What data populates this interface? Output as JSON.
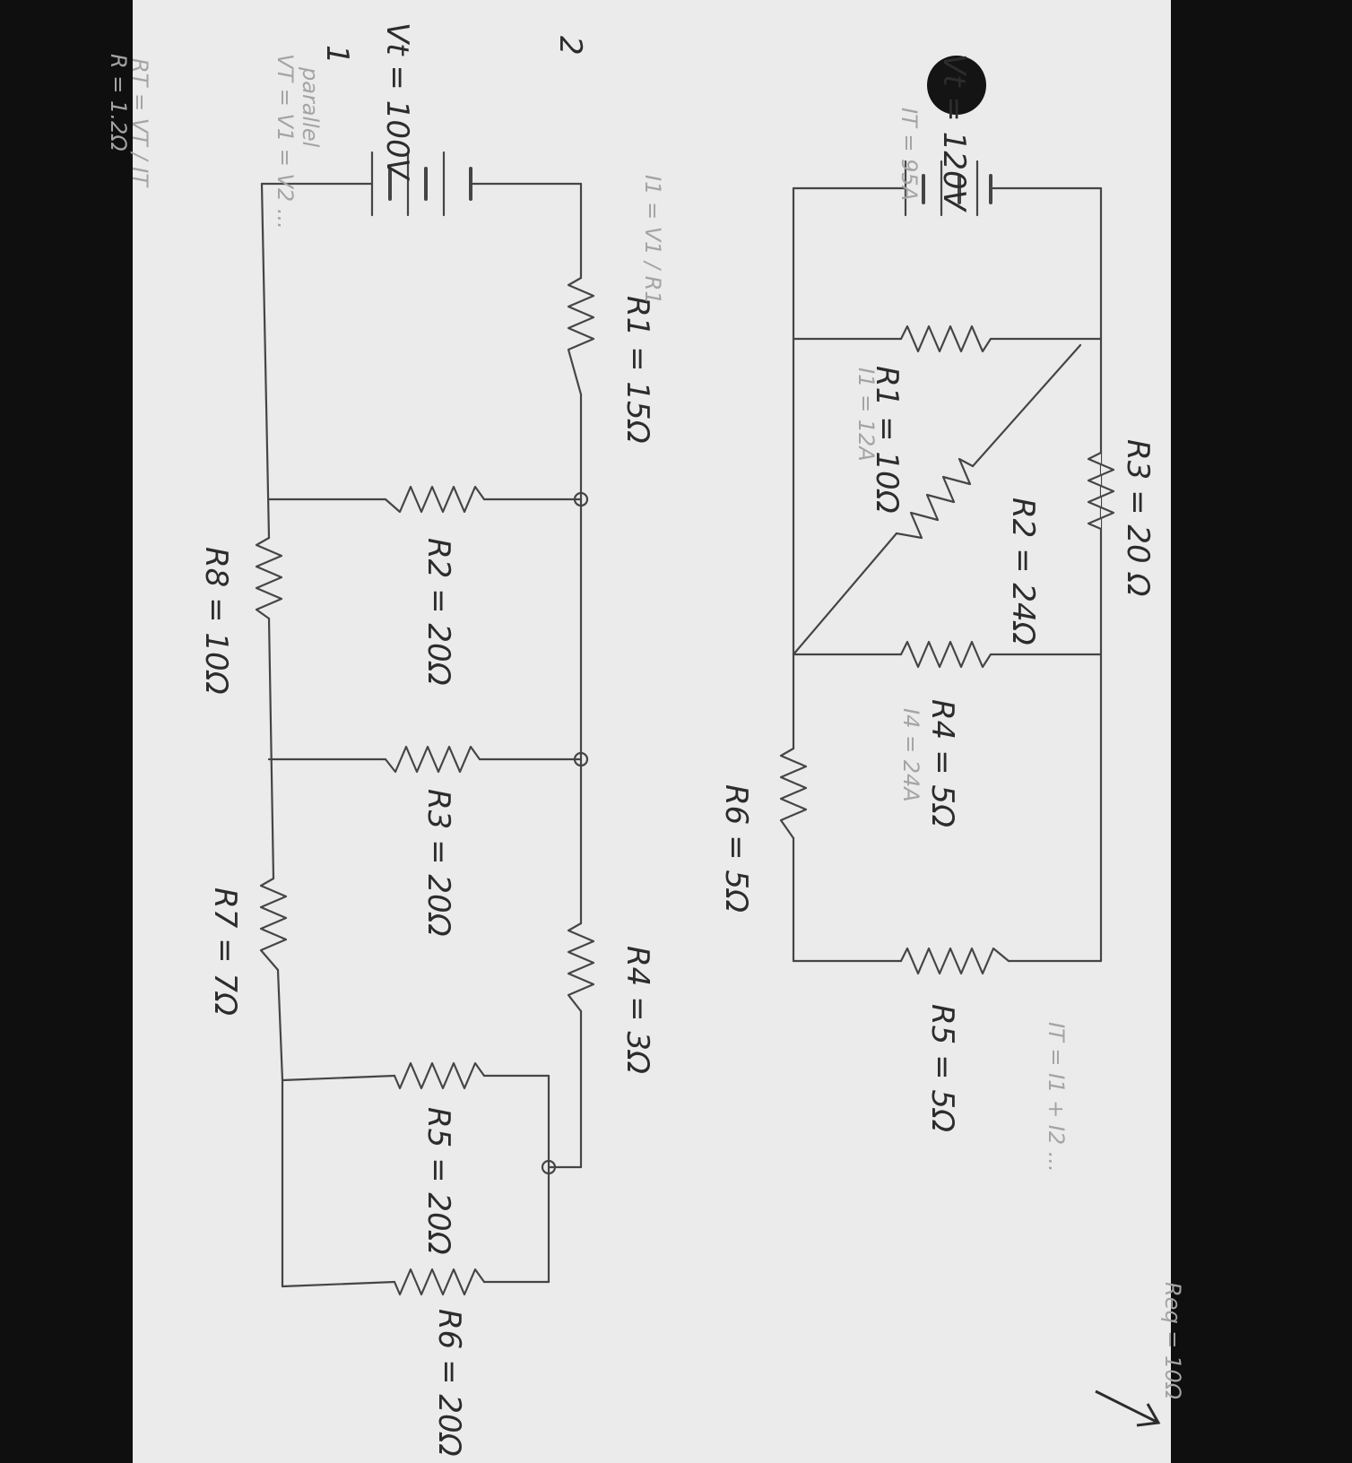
{
  "colors": {
    "paper": "#ebebeb",
    "background": "#0f0f0f",
    "pencil": "#444444",
    "faint_pencil": "#a4a4a4"
  },
  "circuit1": {
    "number": "1",
    "source": "Vt = 120V",
    "r1": "R1 = 10Ω",
    "r2": "R2 = 24Ω",
    "r3": "R3 = 20 Ω",
    "r4": "R4 = 5Ω",
    "r5": "R5 = 5Ω",
    "r6": "R6 = 5Ω"
  },
  "circuit2": {
    "number": "2",
    "source": "Vt = 100V",
    "r1": "R1 = 15Ω",
    "r2": "R2 = 20Ω",
    "r3": "R3 = 20Ω",
    "r4": "R4 = 3Ω",
    "r5": "R5 = 20Ω",
    "r6": "R6 = 20Ω",
    "r7": "R7 = 7Ω",
    "r8": "R8 = 10Ω"
  },
  "notes": {
    "parallel": "parallel",
    "vt_equal": "VT = V1 = V2 ...",
    "rt_formula": "RT = VT / IT",
    "rt_value": "R = 1.2Ω",
    "i1_formula": "I1 = V1 / R1",
    "it_sum": "IT = I1 + I2 ...",
    "i1_value": "I1 = 12A",
    "i4_value": "I4 = 24A",
    "rt_total": "Req = 10Ω",
    "it_value": "IT = 95A"
  }
}
